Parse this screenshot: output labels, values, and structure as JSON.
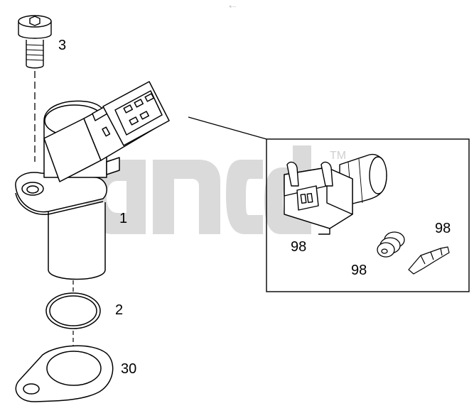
{
  "top_mark": "≈ ···",
  "watermark": {
    "trademark": "TM"
  },
  "callouts": {
    "bolt": "3",
    "sensor": "1",
    "o_ring": "2",
    "gasket": "30",
    "connector_housing": "98",
    "seal": "98",
    "terminal": "98"
  }
}
